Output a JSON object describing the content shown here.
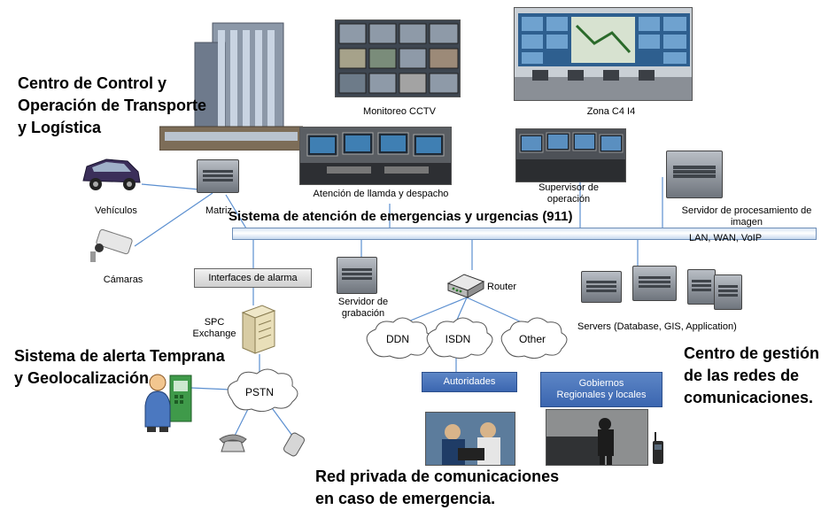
{
  "headings": {
    "centro_control_line1": "Centro de Control y",
    "centro_control_line2": "Operación de Transporte",
    "centro_control_line3": "y Logística",
    "alerta_line1": "Sistema de alerta Temprana",
    "alerta_line2": "y Geolocalización",
    "gestion_line1": "Centro de gestión",
    "gestion_line2": "de las redes de",
    "gestion_line3": "comunicaciones.",
    "red_privada_line1": "Red privada de comunicaciones",
    "red_privada_line2": "en caso de emergencia."
  },
  "bus_label": "Sistema de atención de emergencias y urgencias (911)",
  "labels": {
    "monitoreo": "Monitoreo CCTV",
    "zona": "Zona C4 I4",
    "atencion": "Atención de llamda y despacho",
    "supervisor_line1": "Supervisor de",
    "supervisor_line2": "operación",
    "vehiculos": "Vehículos",
    "matriz": "Matriz",
    "camaras": "Cámaras",
    "servidor_img_line1": "Servidor de procesamiento de",
    "servidor_img_line2": "imagen",
    "lan": "LAN, WAN, VoIP",
    "interfaces": "Interfaces de alarma",
    "servidor_grab_line1": "Servidor  de",
    "servidor_grab_line2": "grabación",
    "router": "Router",
    "spc_line1": "SPC",
    "spc_line2": "Exchange",
    "servers": "Servers (Database, GIS, Application)",
    "ddn": "DDN",
    "isdn": "ISDN",
    "other": "Other",
    "pstn": "PSTN",
    "autoridades": "Autoridades",
    "gobiernos_line1": "Gobiernos",
    "gobiernos_line2": "Regionales y locales"
  },
  "colors": {
    "bus_border": "#6f8fb8",
    "link": "#5b8fd0",
    "blue_box": "#4a74bb"
  },
  "icons": {
    "building": "building-icon",
    "server": "server-rack-icon",
    "router": "router-icon",
    "camera": "cctv-camera-icon",
    "vehicle": "vehicle-icon",
    "pbx": "pbx-cabinet-icon",
    "phone": "telephone-icon",
    "person": "phone-operator-icon"
  }
}
